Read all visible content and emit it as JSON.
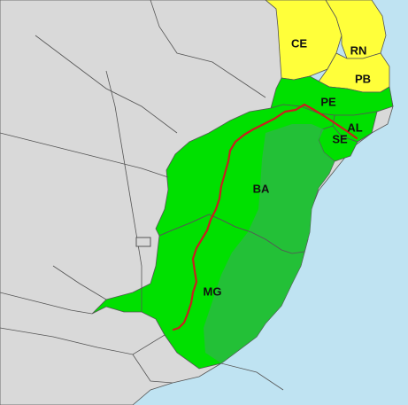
{
  "map": {
    "colors": {
      "ocean": "#bfe3f2",
      "land_outside": "#d9d9d9",
      "border": "#555555",
      "highlight_yellow": "#ffff3a",
      "highlight_green_bright": "#00e000",
      "highlight_green_dark": "#2fb64a",
      "river": "#c8201e"
    },
    "state_labels": {
      "ce": "CE",
      "rn": "RN",
      "pb": "PB",
      "pe": "PE",
      "al": "AL",
      "se": "SE",
      "ba": "BA",
      "mg": "MG"
    },
    "feature_names": {
      "river": "river-line"
    }
  }
}
